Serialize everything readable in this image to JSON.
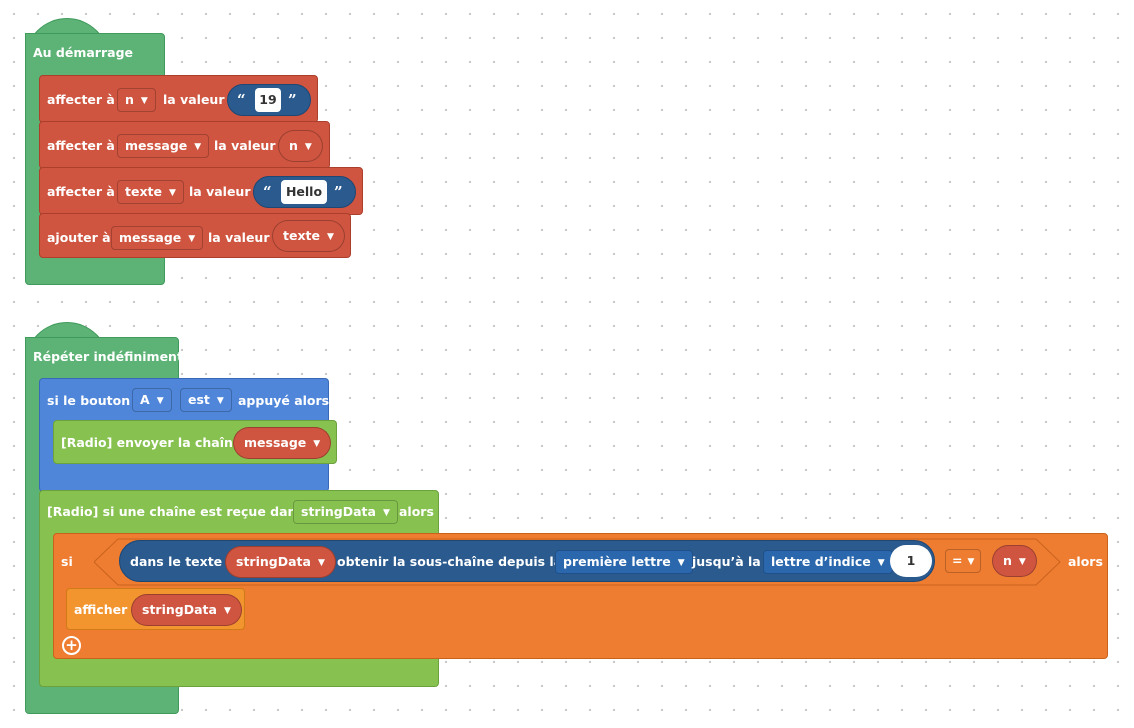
{
  "start": {
    "title": "Au démarrage",
    "set1": {
      "prefix": "affecter à",
      "var": "n",
      "mid": "la valeur",
      "value": "19"
    },
    "set2": {
      "prefix": "affecter à",
      "var": "message",
      "mid": "la valeur",
      "value_var": "n"
    },
    "set3": {
      "prefix": "affecter à",
      "var": "texte",
      "mid": "la valeur",
      "value": "Hello"
    },
    "add": {
      "prefix": "ajouter à",
      "var": "message",
      "mid": "la valeur",
      "value_var": "texte"
    }
  },
  "forever": {
    "title": "Répéter indéfiniment",
    "button_if": {
      "prefix": "si le bouton",
      "button": "A",
      "state": "est",
      "suffix": "appuyé alors"
    },
    "radio_send": {
      "label": "[Radio] envoyer la chaîne",
      "value_var": "message"
    },
    "radio_receive": {
      "prefix": "[Radio] si une chaîne est reçue dans",
      "var": "stringData",
      "suffix": "alors"
    },
    "if_block": {
      "si": "si",
      "in_text": "dans le texte",
      "text_var": "stringData",
      "get_sub": "obtenir la sous-chaîne depuis la",
      "from": "première lettre",
      "to_label": "jusqu’à la",
      "to": "lettre d’indice",
      "index": "1",
      "op": "=",
      "compare_var": "n",
      "then": "alors"
    },
    "show": {
      "label": "afficher",
      "value_var": "stringData"
    }
  },
  "arrow_glyph": "▼",
  "open_quote": "“",
  "close_quote": "”",
  "plus_glyph": "+",
  "colors": {
    "events": "#5cb375",
    "variables": "#cf5540",
    "input": "#4f86d9",
    "radio": "#87c251",
    "logic": "#ee7d31",
    "display": "#f2952f",
    "text": "#2a5a8e"
  }
}
